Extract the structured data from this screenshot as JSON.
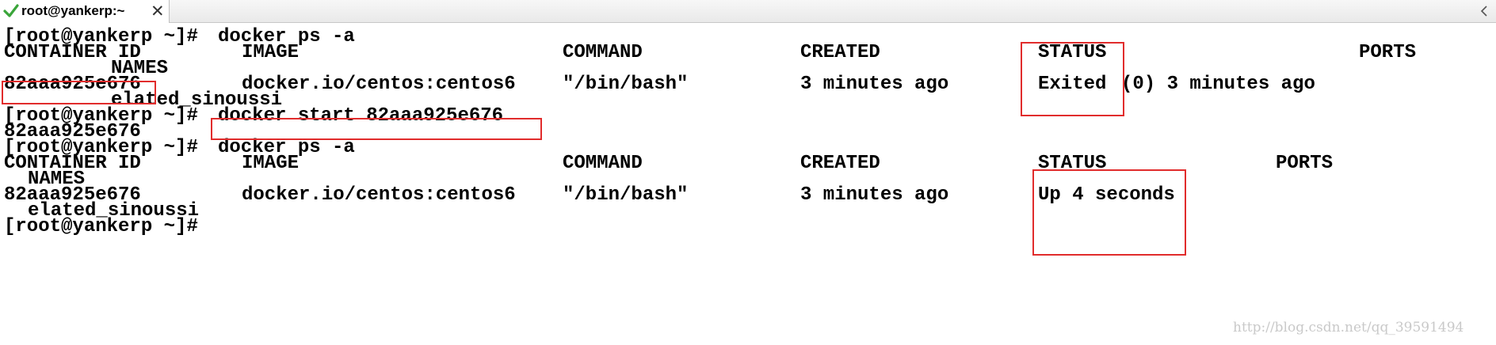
{
  "tab": {
    "title": "root@yankerp:~",
    "close_glyph": "✕",
    "status_icon": "green-check-icon"
  },
  "colors": {
    "highlight": "#e12c2c",
    "check_icon": "#3aa53a",
    "text": "#000000"
  },
  "terminal": {
    "line1": {
      "prompt": "[root@yankerp ~]#",
      "command": "docker ps -a"
    },
    "header1": {
      "container_id": "CONTAINER ID",
      "image": "IMAGE",
      "command": "COMMAND",
      "created": "CREATED",
      "status": "STATUS",
      "ports": "PORTS",
      "names": "NAMES"
    },
    "row1": {
      "container_id": "82aaa925e676",
      "image": "docker.io/centos:centos6",
      "command": "\"/bin/bash\"",
      "created": "3 minutes ago",
      "status_a": "Exited",
      "status_b": "(0) 3 minutes ago",
      "names": "elated_sinoussi"
    },
    "line_start": {
      "prompt": "[root@yankerp ~]#",
      "command": "docker start 82aaa925e676"
    },
    "start_output": "82aaa925e676",
    "line2": {
      "prompt": "[root@yankerp ~]#",
      "command": "docker ps -a"
    },
    "header2": {
      "container_id": "CONTAINER ID",
      "image": "IMAGE",
      "command": "COMMAND",
      "created": "CREATED",
      "status": "STATUS",
      "ports": "PORTS",
      "names": "NAMES"
    },
    "row2": {
      "container_id": "82aaa925e676",
      "image": "docker.io/centos:centos6",
      "command": "\"/bin/bash\"",
      "created": "3 minutes ago",
      "status": "Up 4 seconds",
      "names": "elated_sinoussi"
    },
    "final_prompt": "[root@yankerp ~]#"
  },
  "watermark": "http://blog.csdn.net/qq_39591494"
}
